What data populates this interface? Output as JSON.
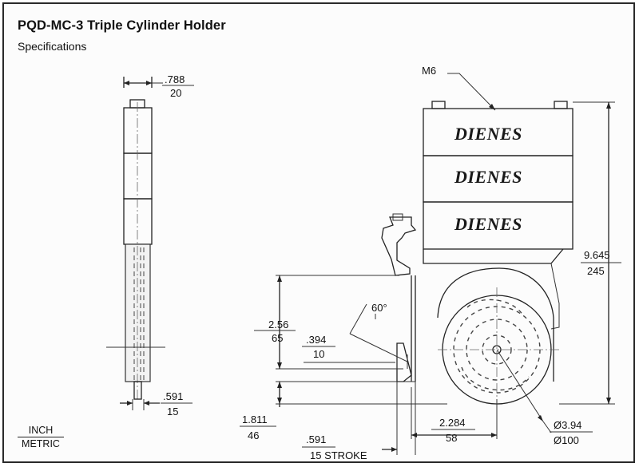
{
  "header": {
    "title": "PQD-MC-3 Triple Cylinder Holder",
    "subtitle": "Specifications"
  },
  "legend": {
    "inch": "INCH",
    "metric": "METRIC"
  },
  "brand": {
    "label": "DIENES"
  },
  "labels": {
    "thread": "M6",
    "angle": "60°"
  },
  "dimensions": {
    "body_width": {
      "inch": ".788",
      "metric": "20"
    },
    "pin_width": {
      "inch": ".591",
      "metric": "15"
    },
    "overall_height": {
      "inch": "9.645",
      "metric": "245"
    },
    "arm_height": {
      "inch": "2.56",
      "metric": "65"
    },
    "clamp_offset": {
      "inch": ".394",
      "metric": "10"
    },
    "lower_height": {
      "inch": "1.811",
      "metric": "46"
    },
    "stroke": {
      "inch": ".591",
      "metric": "15 STROKE"
    },
    "center_offset": {
      "inch": "2.284",
      "metric": "58"
    },
    "blade_diameter": {
      "inch": "Ø3.94",
      "metric": "Ø100"
    }
  },
  "colors": {
    "line": "#222222",
    "border": "#2a2a2a",
    "background": "#fcfcfc"
  }
}
